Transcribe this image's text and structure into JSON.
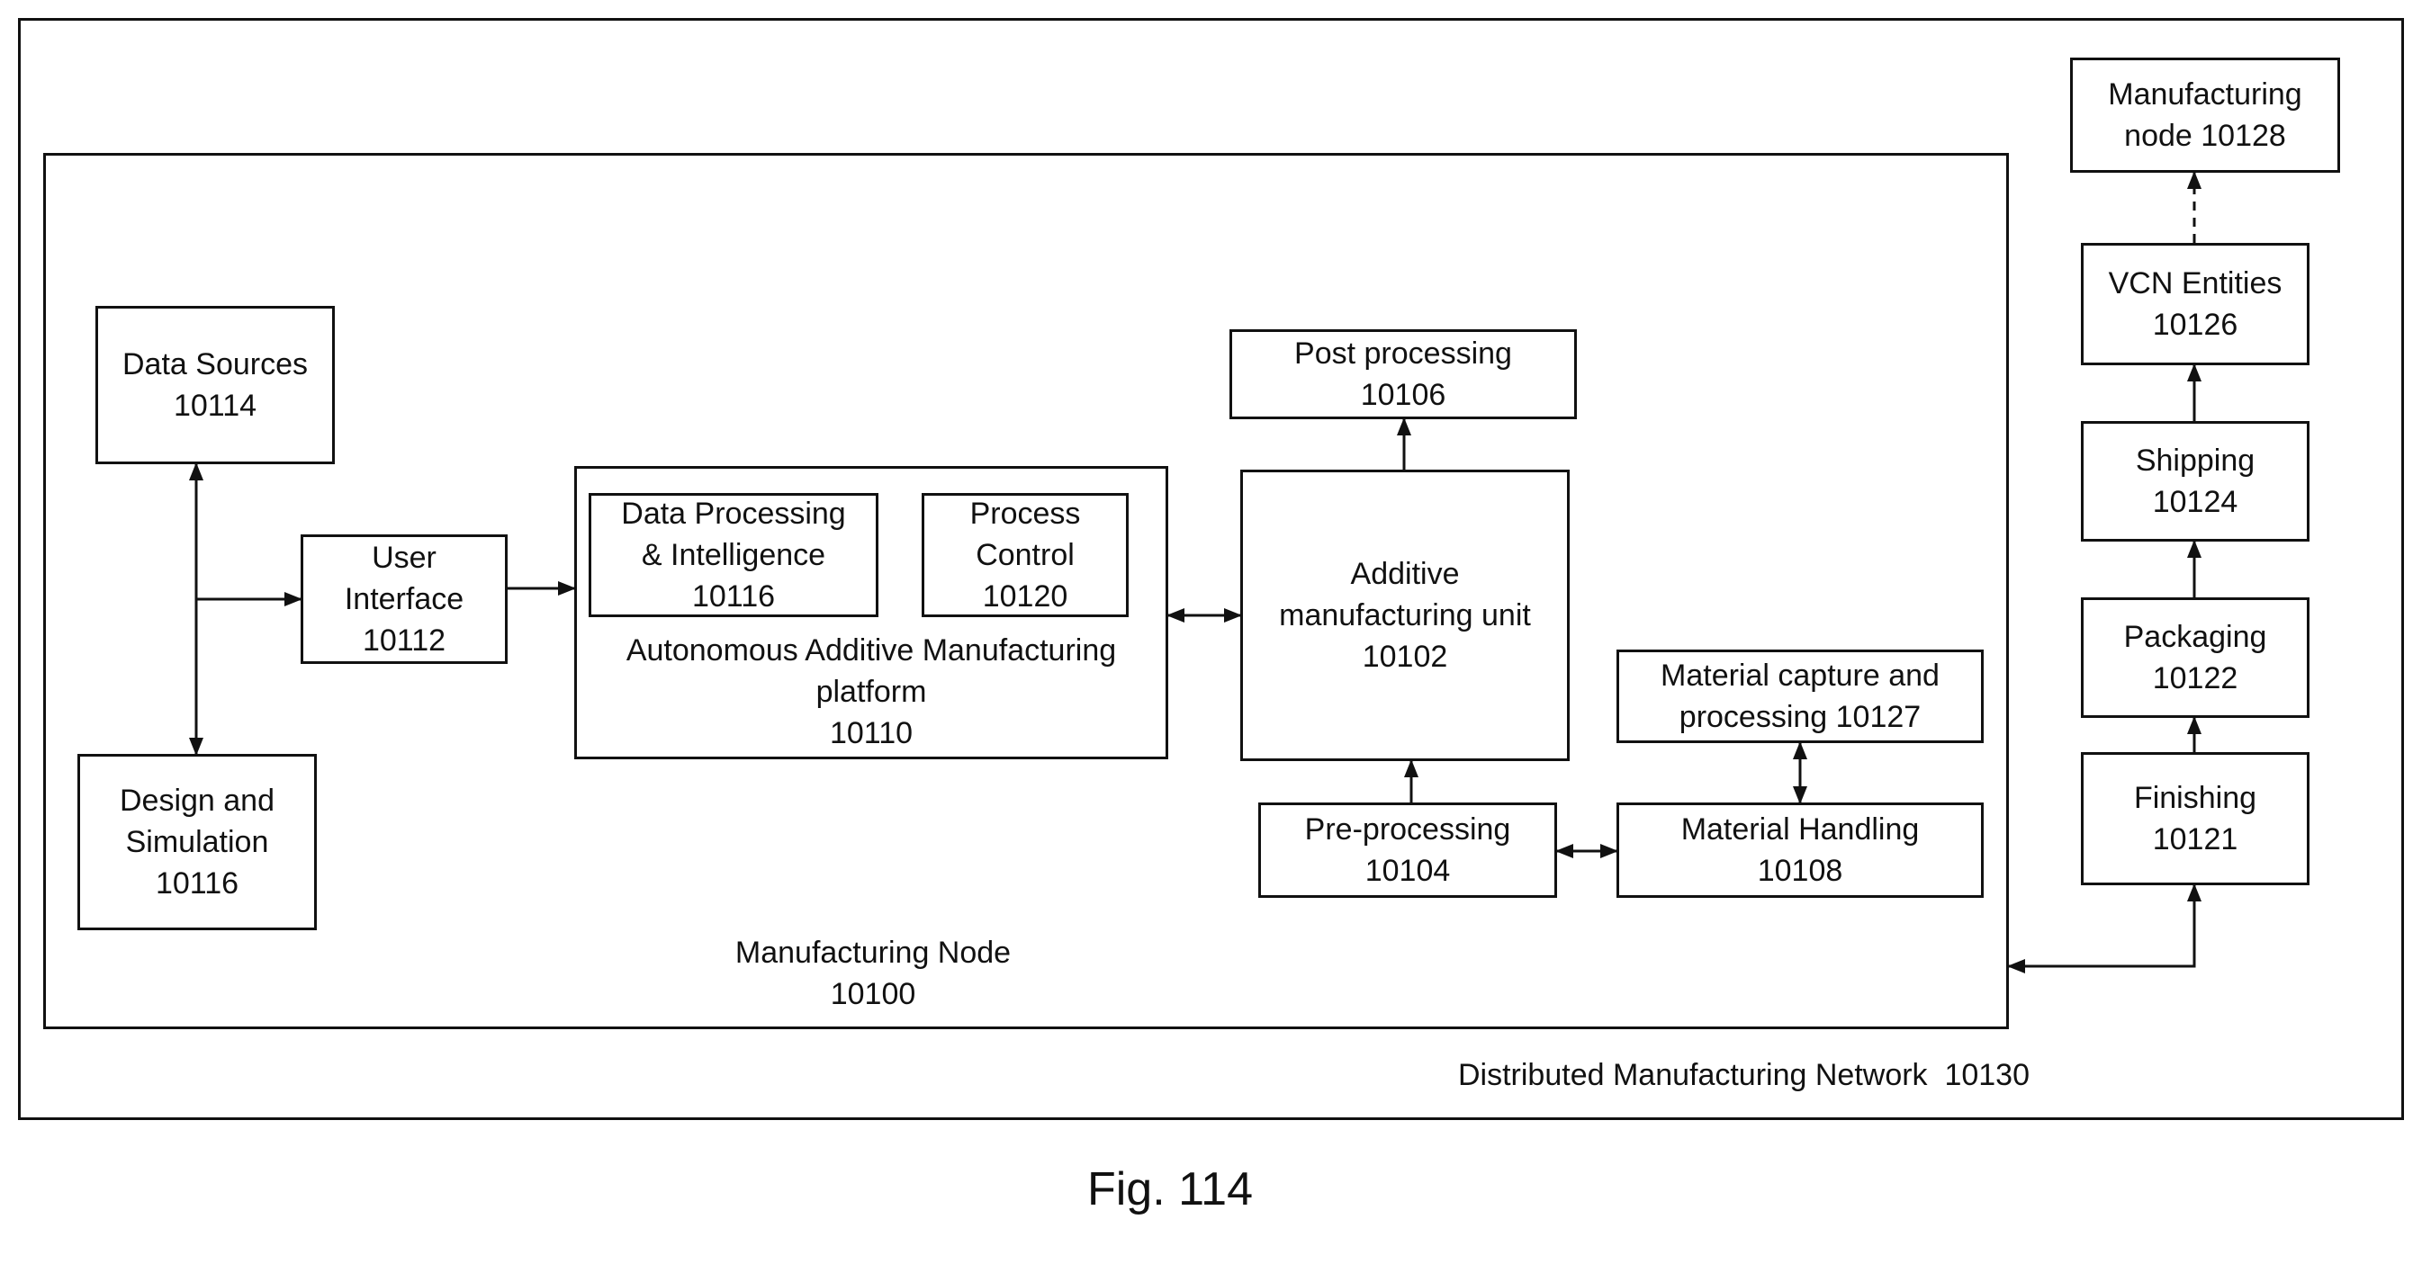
{
  "diagram": {
    "outer_network": {
      "label": "Distributed Manufacturing Network  10130"
    },
    "manufacturing_node": {
      "line1": "Manufacturing Node",
      "line2": "10100"
    },
    "platform": {
      "line1": "Autonomous Additive Manufacturing",
      "line2": "platform",
      "line3": "10110"
    },
    "blocks": {
      "data_sources": [
        "Data Sources",
        "10114"
      ],
      "design_simulation": [
        "Design and",
        "Simulation",
        "10116"
      ],
      "user_interface": [
        "User",
        "Interface",
        "10112"
      ],
      "data_processing": [
        "Data Processing",
        "& Intelligence",
        "10116"
      ],
      "process_control": [
        "Process",
        "Control",
        "10120"
      ],
      "post_processing": [
        "Post processing",
        "10106"
      ],
      "additive_unit": [
        "Additive",
        "manufacturing unit",
        "10102"
      ],
      "pre_processing": [
        "Pre-processing",
        "10104"
      ],
      "material_capture": [
        "Material capture and",
        "processing 10127"
      ],
      "material_handling": [
        "Material Handling",
        "10108"
      ],
      "manufacturing_node_10128": [
        "Manufacturing",
        "node 10128"
      ],
      "vcn_entities": [
        "VCN Entities",
        "10126"
      ],
      "shipping": [
        "Shipping",
        "10124"
      ],
      "packaging": [
        "Packaging",
        "10122"
      ],
      "finishing": [
        "Finishing",
        "10121"
      ]
    },
    "figure_caption": "Fig. 114"
  }
}
